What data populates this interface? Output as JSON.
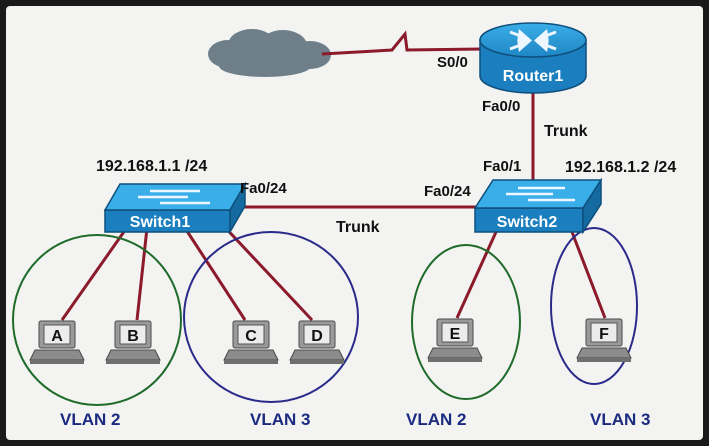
{
  "devices": {
    "router": "Router1",
    "switch1": "Switch1",
    "switch2": "Switch2"
  },
  "labels": {
    "s0_0": "S0/0",
    "router_fa0_0": "Fa0/0",
    "trunk_router": "Trunk",
    "sw2_fa0_1": "Fa0/1",
    "sw1_ip": "192.168.1.1 /24",
    "sw2_ip": "192.168.1.2 /24",
    "sw1_fa0_24": "Fa0/24",
    "sw2_fa0_24": "Fa0/24",
    "trunk_switches": "Trunk"
  },
  "pcs": {
    "a": "A",
    "b": "B",
    "c": "C",
    "d": "D",
    "e": "E",
    "f": "F"
  },
  "vlans": {
    "sw1_vlan2": "VLAN 2",
    "sw1_vlan3": "VLAN 3",
    "sw2_vlan2": "VLAN 2",
    "sw2_vlan3": "VLAN 3"
  },
  "colors": {
    "link": "#8b1a2a",
    "vlan2_ring": "#1f6b2a",
    "vlan3_ring": "#2a2a8a",
    "device_blue": "#2a9ad8",
    "panel": "#f3f3f1"
  }
}
